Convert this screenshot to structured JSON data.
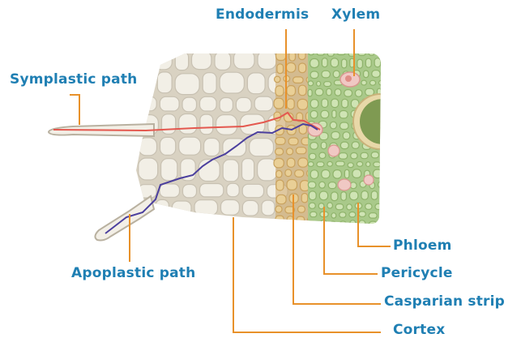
{
  "diagram": {
    "labels": {
      "endodermis": "Endodermis",
      "xylem": "Xylem",
      "symplastic_path": "Symplastic path",
      "apoplastic_path": "Apoplastic path",
      "phloem": "Phloem",
      "pericycle": "Pericycle",
      "casparian_strip": "Casparian strip",
      "cortex": "Cortex"
    },
    "colors": {
      "label_text": "#1f7fb3",
      "leader_line": "#e8912a",
      "symplastic": "#e4584f",
      "apoplastic": "#4b3f9e",
      "cortex_cell": "#f2efe6",
      "cortex_wall": "#c8c1b2",
      "endodermis_cell": "#e9cf96",
      "stele_cell": "#cfe4b4",
      "xylem": "#7f9a52",
      "xylem_cell": "#f0c8c4"
    }
  }
}
